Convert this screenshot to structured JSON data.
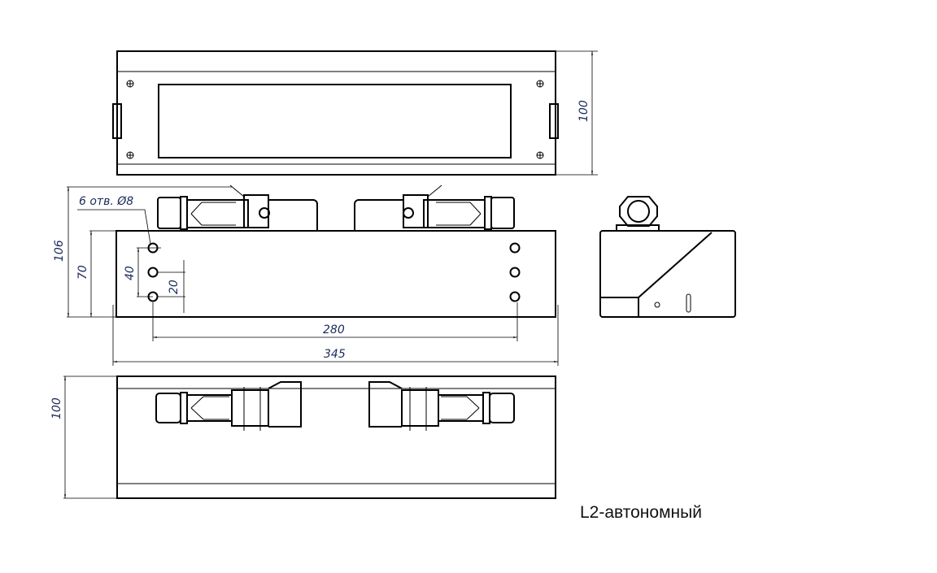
{
  "dimensions": {
    "top_height": "100",
    "holes_note": "6 отв. Ø8",
    "front_total_height": "106",
    "front_body_height": "70",
    "hole_span": "40",
    "hole_pitch": "20",
    "hole_center_distance": "280",
    "overall_length": "345",
    "bottom_height": "100"
  },
  "caption": "L2-автономный"
}
